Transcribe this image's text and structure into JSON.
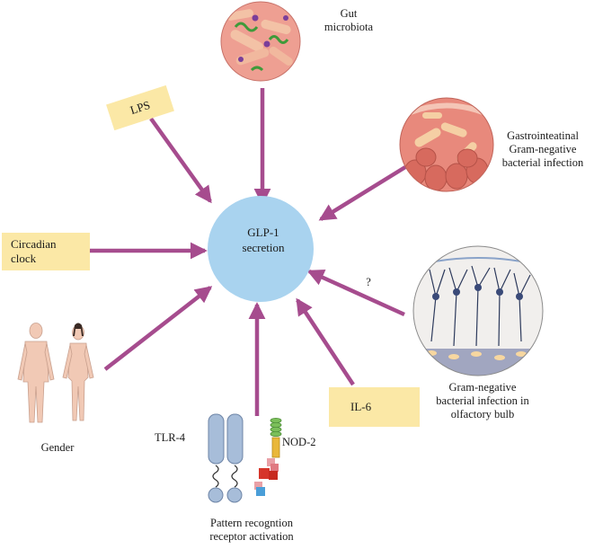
{
  "center": {
    "line1": "GLP-1",
    "line2": "secretion"
  },
  "labels": {
    "gut_line1": "Gut",
    "gut_line2": "microbiota",
    "lps": "LPS",
    "gi_line1": "Gastrointeatinal",
    "gi_line2": "Gram-negative",
    "gi_line3": "bacterial infection",
    "circadian_line1": "Circadian",
    "circadian_line2": "clock",
    "question": "?",
    "olf_line1": "Gram-negative",
    "olf_line2": "bacterial infection in",
    "olf_line3": "olfactory bulb",
    "gender": "Gender",
    "il6": "IL-6",
    "tlr4": "TLR-4",
    "nod2": "NOD-2",
    "prr_line1": "Pattern recogntion",
    "prr_line2": "receptor activation"
  },
  "colors": {
    "center_fill": "#a9d3ef",
    "arrow": "#a64c8e",
    "label_box": "#fbe8a6",
    "tissue": "#e58a7c",
    "receptor": "#a7bdd9"
  }
}
